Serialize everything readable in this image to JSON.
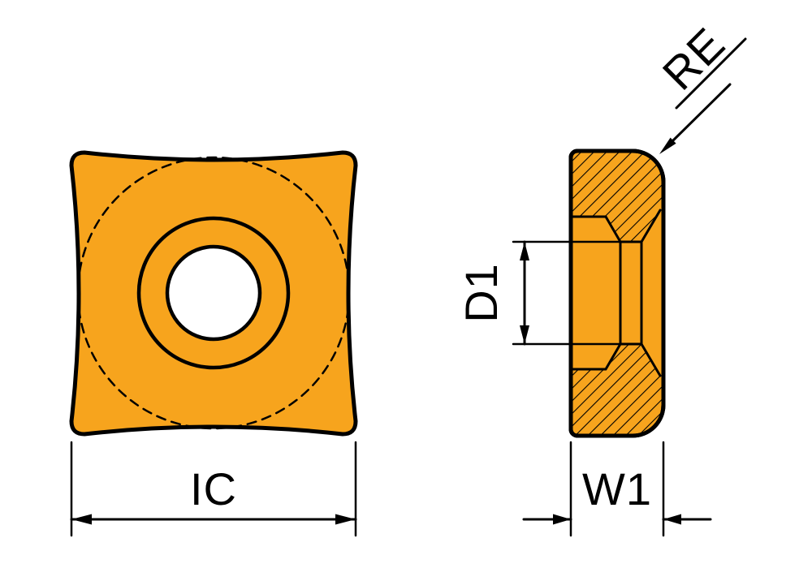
{
  "labels": {
    "ic": "IC",
    "w1": "W1",
    "d1": "D1",
    "re": "RE"
  },
  "colors": {
    "insert_fill": "#F7A41D",
    "line": "#000000",
    "hole_fill": "#FFFFFF",
    "background": "#FFFFFF"
  }
}
